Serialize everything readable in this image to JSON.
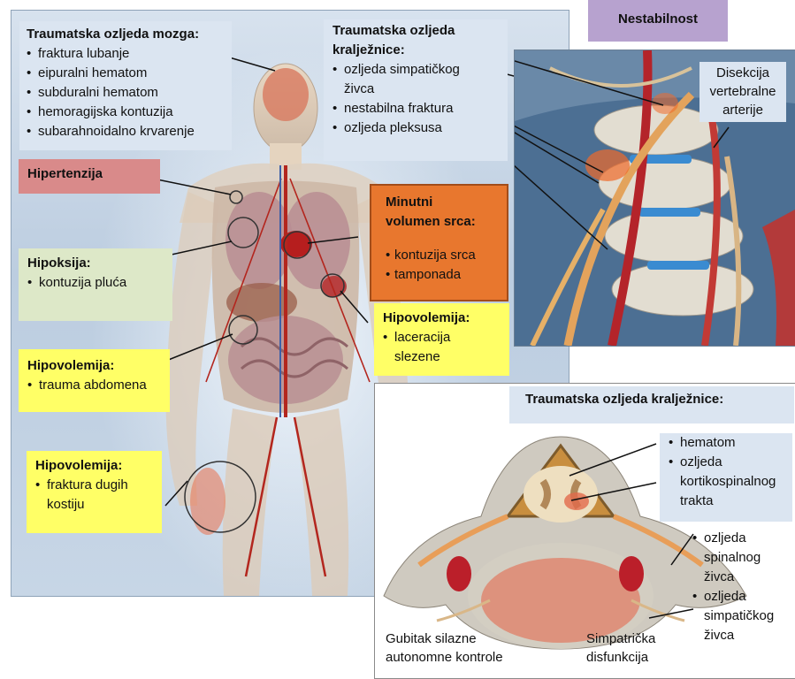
{
  "brain": {
    "title": "Traumatska ozljeda mozga:",
    "items": [
      "fraktura lubanje",
      "eipuralni hematom",
      "subduralni hematom",
      "hemoragijska kontuzija",
      "subarahnoidalno krvarenje"
    ]
  },
  "spine_top": {
    "title_1": "Traumatska ozljeda",
    "title_2": "kralježnice:",
    "items": [
      "ozljeda simpatičkog",
      "nestabilna fraktura",
      "ozljeda pleksusa"
    ],
    "item_1_cont": "živca"
  },
  "hipertenzija": {
    "title": "Hipertenzija"
  },
  "minutni": {
    "title_1": "Minutni",
    "title_2": "volumen srca:",
    "items": [
      "kontuzija srca",
      "tamponada"
    ]
  },
  "hipoksija": {
    "title": "Hipoksija:",
    "items": [
      "kontuzija pluća"
    ]
  },
  "hipovolemija_slezena": {
    "title": "Hipovolemija:",
    "item_1": "laceracija",
    "item_1_cont": "slezene"
  },
  "hipovolemija_abdomen": {
    "title": "Hipovolemija:",
    "items": [
      "trauma abdomena"
    ]
  },
  "hipovolemija_kosti": {
    "title": "Hipovolemija:",
    "item_1": "fraktura dugih",
    "item_1_cont": "kostiju"
  },
  "nestabilnost": {
    "title": "Nestabilnost"
  },
  "disekcija": {
    "line_1": "Disekcija",
    "line_2": "vertebralne",
    "line_3": "arterije"
  },
  "spine_bottom": {
    "title": "Traumatska ozljeda kralježnice:",
    "hematom_items": [
      "hematom",
      "ozljeda"
    ],
    "hematom_cont_1": "kortikospinalnog",
    "hematom_cont_2": "trakta",
    "nerve_1": "ozljeda",
    "nerve_1_cont_1": "spinalnog",
    "nerve_1_cont_2": "živca",
    "nerve_2": "ozljeda",
    "nerve_2_cont_1": "simpatičkog",
    "nerve_2_cont_2": "živca",
    "gubitak_1": "Gubitak silazne",
    "gubitak_2": "autonomne kontrole",
    "simp_1": "Simpatrička",
    "simp_2": "disfunkcija"
  },
  "colors": {
    "pink_box": "#d98a8a",
    "yellow_box": "#ffff66",
    "green_box": "#dde8c8",
    "orange_box": "#e8772e",
    "purple_box": "#b7a2cf",
    "label_bg": "#dbe5f1"
  }
}
